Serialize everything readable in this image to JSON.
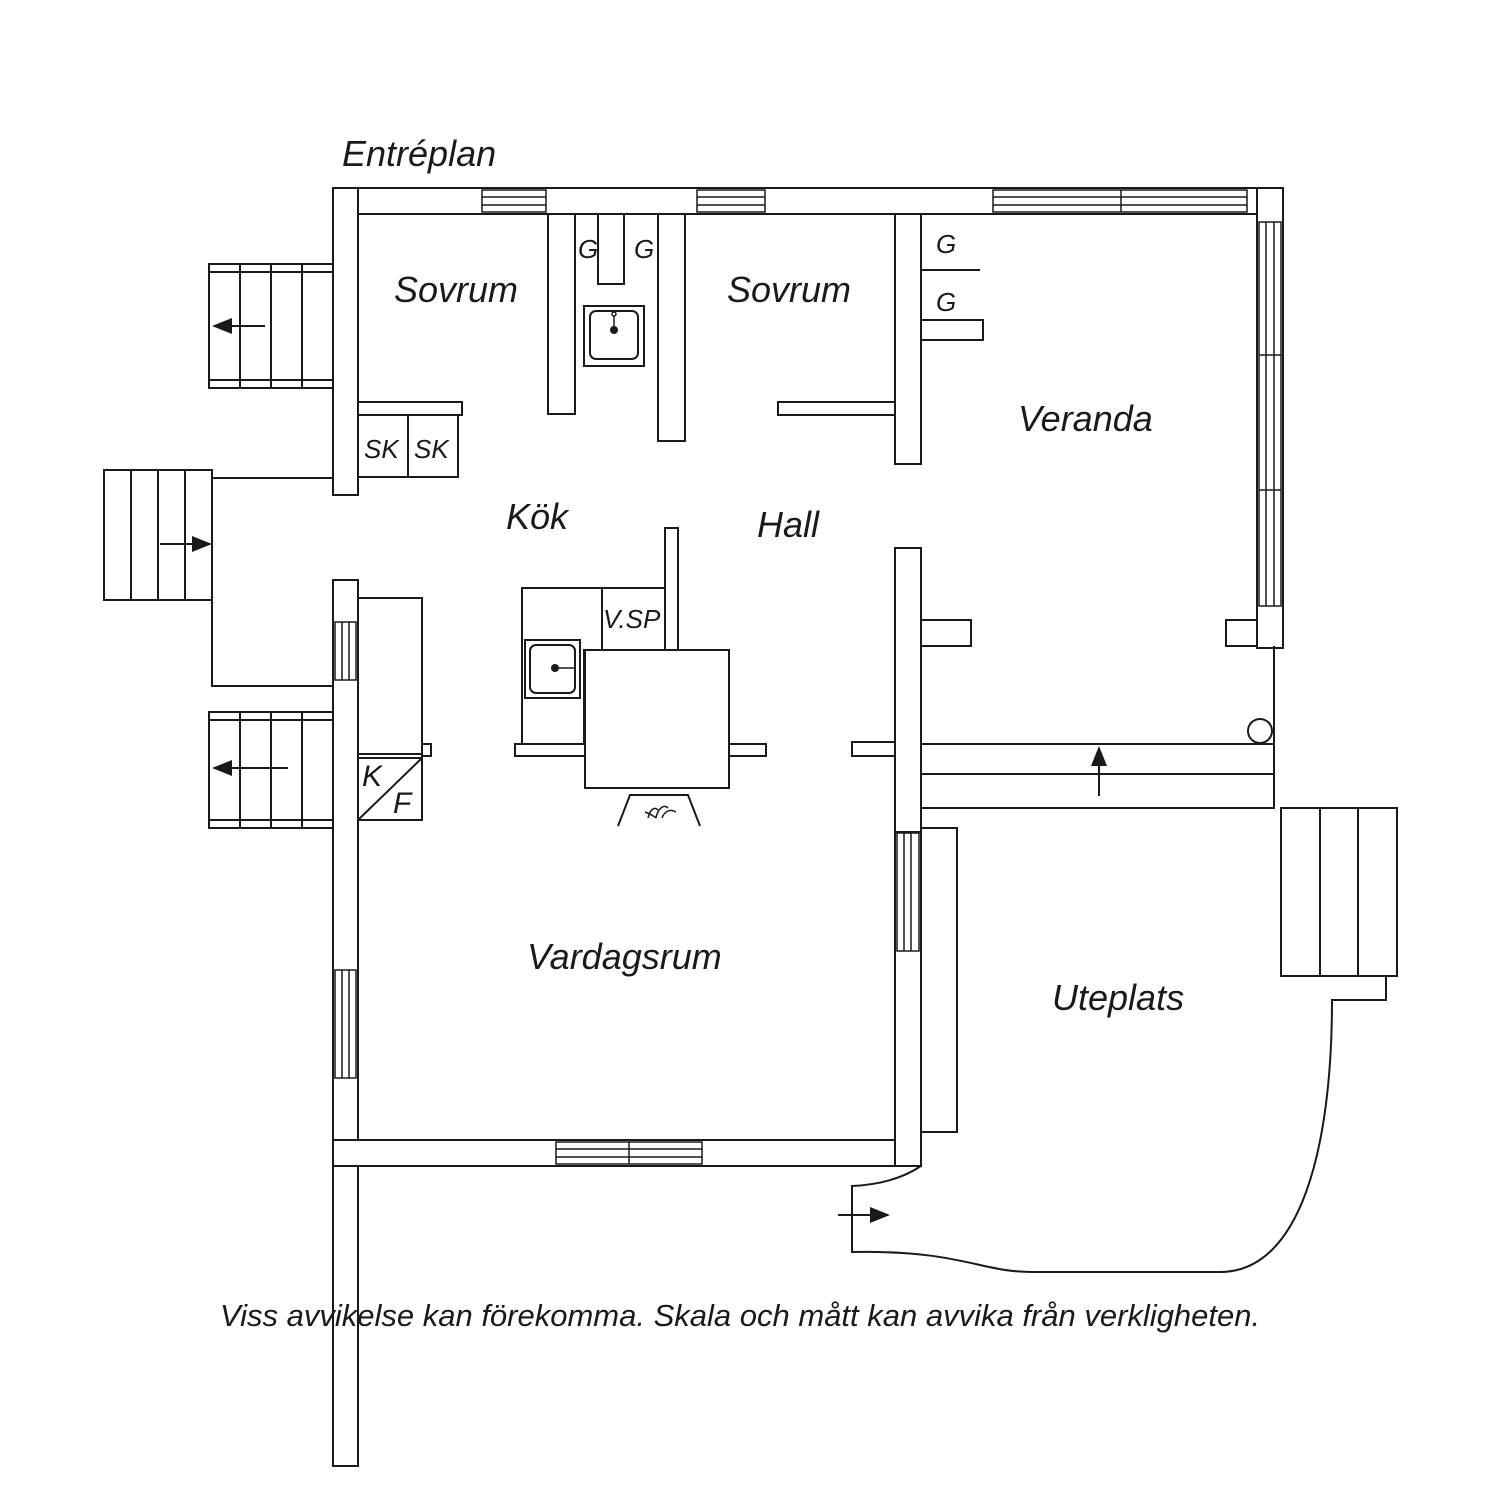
{
  "plan_title": "Entréplan",
  "rooms": {
    "bedroom_left": "Sovrum",
    "bedroom_right": "Sovrum",
    "kitchen": "Kök",
    "hall": "Hall",
    "veranda": "Veranda",
    "living_room": "Vardagsrum",
    "patio": "Uteplats"
  },
  "fixtures": {
    "wardrobe_1": "G",
    "wardrobe_2": "G",
    "wardrobe_3": "G",
    "wardrobe_4": "G",
    "cleaning_cabinet_1": "SK",
    "cleaning_cabinet_2": "SK",
    "dishwasher": "V.SP",
    "fridge_k": "K",
    "freezer_f": "F"
  },
  "disclaimer": "Viss avvikelse kan förekomma. Skala och mått kan avvika från verkligheten."
}
